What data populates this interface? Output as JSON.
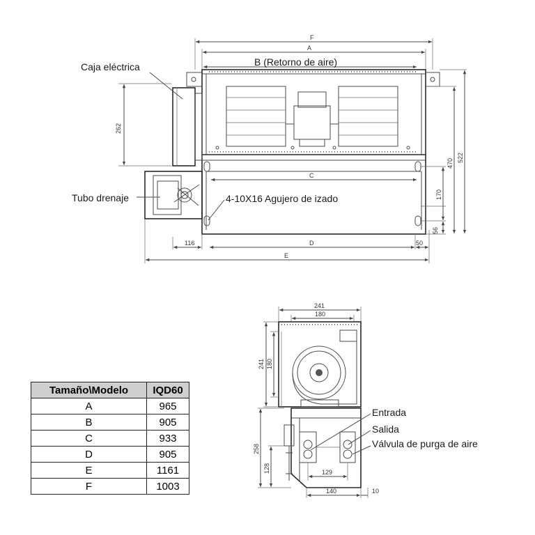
{
  "top_view": {
    "labels": {
      "caja_electrica": "Caja eléctrica",
      "tubo_drenaje": "Tubo drenaje",
      "agujero_izado": "4-10X16 Agujero de izado",
      "retorno_aire": "B (Retorno de aire)"
    },
    "dims": {
      "F": "F",
      "A": "A",
      "C": "C",
      "D": "D",
      "E": "E",
      "d262": "262",
      "d470": "470",
      "d522": "522",
      "d170": "170",
      "d56": "56",
      "d116": "116",
      "d50": "50"
    }
  },
  "side_view": {
    "labels": {
      "entrada": "Entrada",
      "salida": "Salida",
      "valvula": "Válvula de purga de aire"
    },
    "dims": {
      "d241_top": "241",
      "d180_top": "180",
      "d241_side": "241",
      "d180_side": "180",
      "d258": "258",
      "d128": "128",
      "d129": "129",
      "d140": "140",
      "d10": "10"
    }
  },
  "spec_table": {
    "header": {
      "col1": "Tamaño\\Modelo",
      "col2": "IQD60"
    },
    "rows": [
      {
        "size": "A",
        "value": "965"
      },
      {
        "size": "B",
        "value": "905"
      },
      {
        "size": "C",
        "value": "933"
      },
      {
        "size": "D",
        "value": "905"
      },
      {
        "size": "E",
        "value": "1161"
      },
      {
        "size": "F",
        "value": "1003"
      }
    ]
  }
}
